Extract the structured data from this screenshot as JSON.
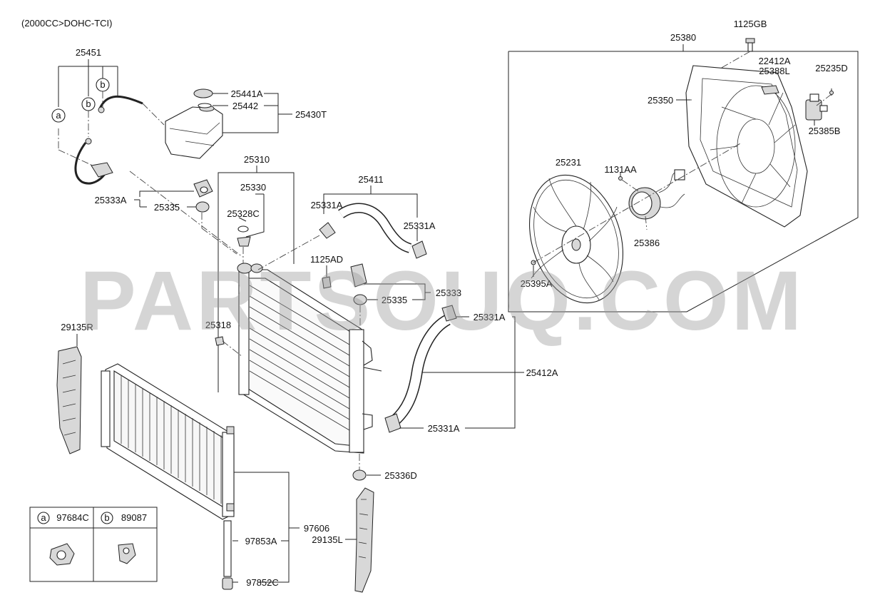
{
  "header": {
    "title": "(2000CC>DOHC-TCI)"
  },
  "watermark": "PARTSOUQ.COM",
  "parts": {
    "p25451": "25451",
    "p25441A": "25441A",
    "p25442": "25442",
    "p25430T": "25430T",
    "p25310": "25310",
    "p25330": "25330",
    "p25328C": "25328C",
    "p25333A": "25333A",
    "p25335_a": "25335",
    "p25411": "25411",
    "p25331A_1": "25331A",
    "p25331A_2": "25331A",
    "p1125AD": "1125AD",
    "p25333": "25333",
    "p25335_b": "25335",
    "p25318": "25318",
    "p29135R": "29135R",
    "p25331A_3": "25331A",
    "p25412A": "25412A",
    "p25331A_4": "25331A",
    "p25336D": "25336D",
    "p97606": "97606",
    "p97853A": "97853A",
    "p29135L": "29135L",
    "p97852C": "97852C",
    "p25380": "25380",
    "p1125GB": "1125GB",
    "p22412A": "22412A",
    "p25388L": "25388L",
    "p25235D": "25235D",
    "p25350": "25350",
    "p25385B": "25385B",
    "p25231": "25231",
    "p1131AA": "1131AA",
    "p25386": "25386",
    "p25395A": "25395A"
  },
  "callouts": {
    "a": "a",
    "b": "b"
  },
  "legend": {
    "a_letter": "a",
    "a_part": "97684C",
    "b_letter": "b",
    "b_part": "89087"
  }
}
